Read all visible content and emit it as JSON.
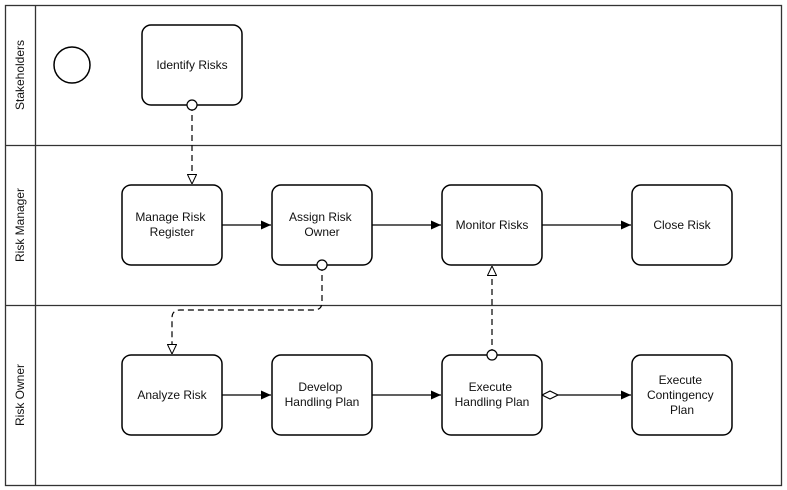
{
  "pool": {
    "lanes": [
      {
        "id": "stakeholders",
        "label": "Stakeholders"
      },
      {
        "id": "risk-manager",
        "label": "Risk Manager"
      },
      {
        "id": "risk-owner",
        "label": "Risk Owner"
      }
    ]
  },
  "tasks": {
    "identify_risks": {
      "lines": [
        "Identify Risks"
      ]
    },
    "manage_risk_register": {
      "lines": [
        "Manage Risk",
        "Register"
      ]
    },
    "assign_risk_owner": {
      "lines": [
        "Assign Risk",
        "Owner"
      ]
    },
    "monitor_risks": {
      "lines": [
        "Monitor Risks"
      ]
    },
    "close_risk": {
      "lines": [
        "Close Risk"
      ]
    },
    "analyze_risk": {
      "lines": [
        "Analyze Risk"
      ]
    },
    "develop_handling_plan": {
      "lines": [
        "Develop",
        "Handling Plan"
      ]
    },
    "execute_handling_plan": {
      "lines": [
        "Execute",
        "Handling Plan"
      ]
    },
    "execute_contingency_plan": {
      "lines": [
        "Execute",
        "Contingency",
        "Plan"
      ]
    }
  },
  "colors": {
    "stroke": "#000000",
    "text": "#111111",
    "background": "#ffffff",
    "lane_divider": "#333333"
  }
}
